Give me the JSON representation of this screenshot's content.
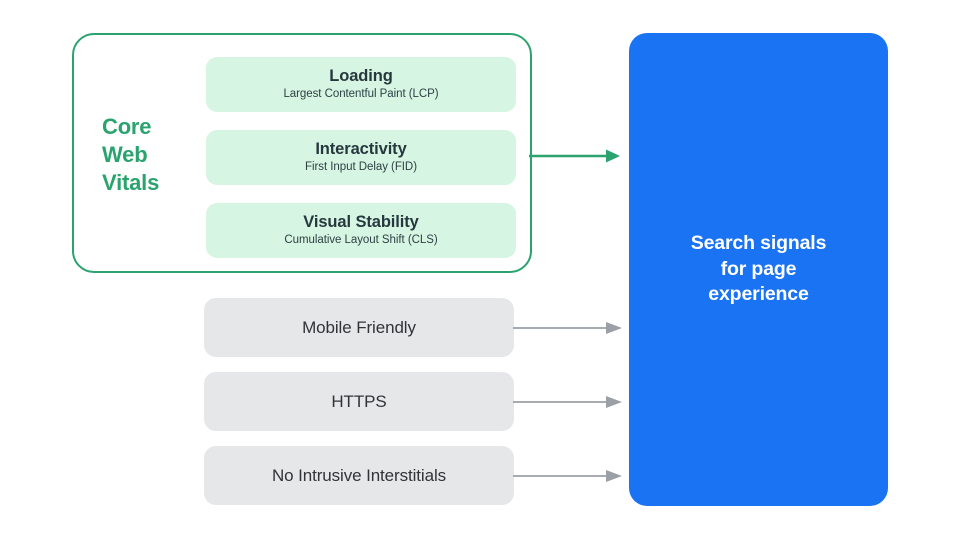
{
  "diagram": {
    "title": "Search signals for page experience",
    "colors": {
      "green_accent": "#2ba36f",
      "green_card_bg": "#d7f5e3",
      "gray_card_bg": "#e6e7e9",
      "blue_destination": "#1a73f2",
      "arrow_gray": "#9aa0a6",
      "text_dark": "#26383d",
      "text_white": "#ffffff"
    }
  },
  "core_web_vitals": {
    "group_label": "Core Web Vitals",
    "cards": [
      {
        "title": "Loading",
        "subtitle": "Largest Contentful Paint (LCP)"
      },
      {
        "title": "Interactivity",
        "subtitle": "First Input Delay (FID)"
      },
      {
        "title": "Visual Stability",
        "subtitle": "Cumulative Layout Shift (CLS)"
      }
    ]
  },
  "other_signals": [
    {
      "label": "Mobile Friendly"
    },
    {
      "label": "HTTPS"
    },
    {
      "label": "No Intrusive Interstitials"
    }
  ],
  "destination": {
    "label": "Search signals\nfor page\nexperience"
  }
}
